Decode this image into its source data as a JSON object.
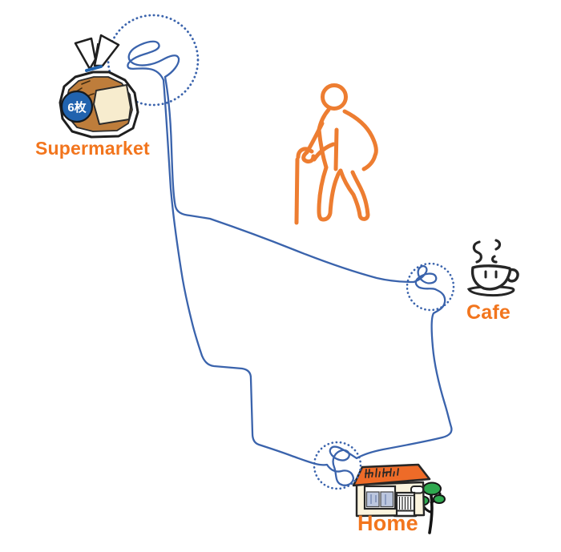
{
  "diagram_type": "hand-drawn walking route map with dwell markers",
  "locations": {
    "supermarket": {
      "label": "Supermarket",
      "badge": "6枚"
    },
    "cafe": {
      "label": "Cafe"
    },
    "home": {
      "label": "Home"
    }
  },
  "icons": {
    "supermarket": "bread-bag-icon",
    "cafe": "coffee-cup-icon",
    "home": "house-icon",
    "walker": "elderly-person-with-cane-icon",
    "dwell_marker": "dotted-circle-marker"
  },
  "colors": {
    "route_blue": "#3A63AC",
    "person_orange": "#ED7D31",
    "label_orange": "#F2751D",
    "roof_orange": "#EE6B28",
    "house_cream": "#FBF4DE",
    "window_blue": "#BCC7DF",
    "tree_green": "#2FA84F",
    "bread_brown": "#BE7D3B",
    "bread_face_cream": "#F7ECCE",
    "badge_blue": "#2163AE",
    "linework_dark": "#262626"
  }
}
